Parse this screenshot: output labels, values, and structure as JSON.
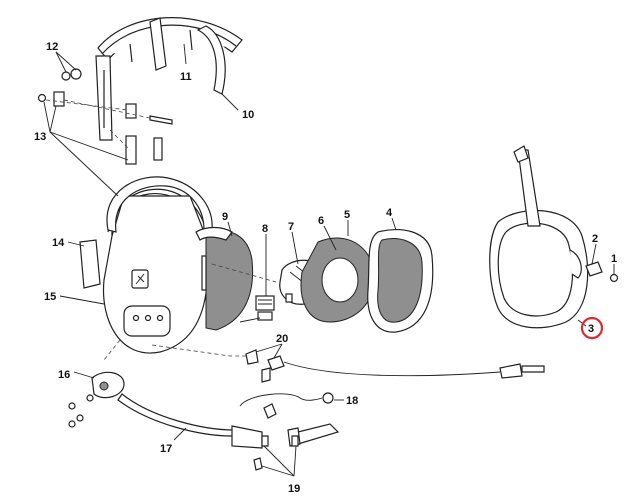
{
  "diagram": {
    "callouts": [
      {
        "id": "c1",
        "label": "1"
      },
      {
        "id": "c2",
        "label": "2"
      },
      {
        "id": "c3",
        "label": "3",
        "highlighted": true
      },
      {
        "id": "c4",
        "label": "4"
      },
      {
        "id": "c5",
        "label": "5"
      },
      {
        "id": "c6",
        "label": "6"
      },
      {
        "id": "c7",
        "label": "7"
      },
      {
        "id": "c8",
        "label": "8"
      },
      {
        "id": "c9",
        "label": "9"
      },
      {
        "id": "c10",
        "label": "10"
      },
      {
        "id": "c11",
        "label": "11"
      },
      {
        "id": "c12",
        "label": "12"
      },
      {
        "id": "c13",
        "label": "13"
      },
      {
        "id": "c14",
        "label": "14"
      },
      {
        "id": "c15",
        "label": "15"
      },
      {
        "id": "c16",
        "label": "16"
      },
      {
        "id": "c17",
        "label": "17"
      },
      {
        "id": "c18",
        "label": "18"
      },
      {
        "id": "c19",
        "label": "19"
      },
      {
        "id": "c20",
        "label": "20"
      }
    ],
    "colors": {
      "line": "#222222",
      "grey_fill": "#8f8f8f",
      "highlight_ring": "#e0282e",
      "background": "#ffffff"
    }
  }
}
